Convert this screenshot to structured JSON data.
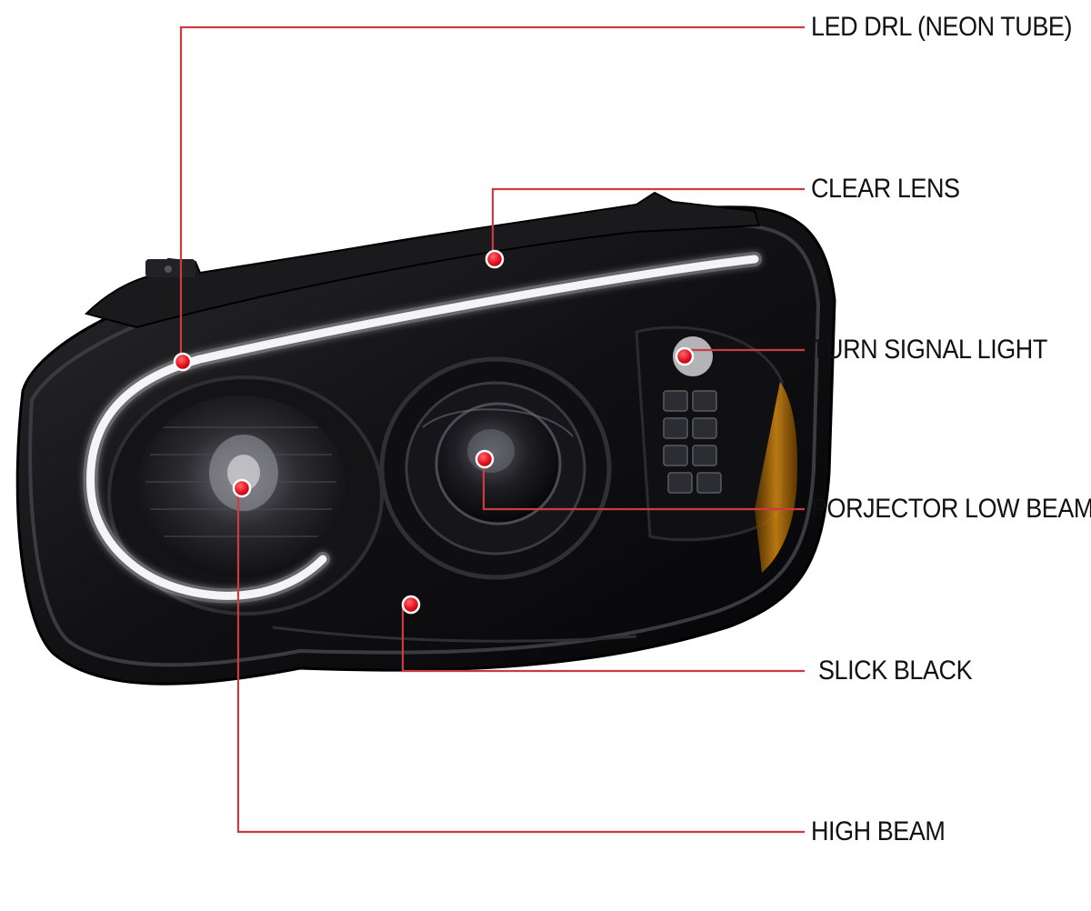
{
  "diagram": {
    "product": "headlight-assembly",
    "finish": "smoked black housing with clear lens",
    "accent_color": "#d9363e",
    "line_color": "#cc3b42",
    "callouts": [
      {
        "id": "led-drl",
        "label": "LED DRL (NEON TUBE)"
      },
      {
        "id": "clear-lens",
        "label": "CLEAR LENS"
      },
      {
        "id": "turn-signal",
        "label": "TURN SIGNAL LIGHT"
      },
      {
        "id": "projector-low-beam",
        "label": "PORJECTOR LOW BEAM"
      },
      {
        "id": "slick-black",
        "label": "SLICK BLACK"
      },
      {
        "id": "high-beam",
        "label": "HIGH BEAM"
      }
    ]
  }
}
